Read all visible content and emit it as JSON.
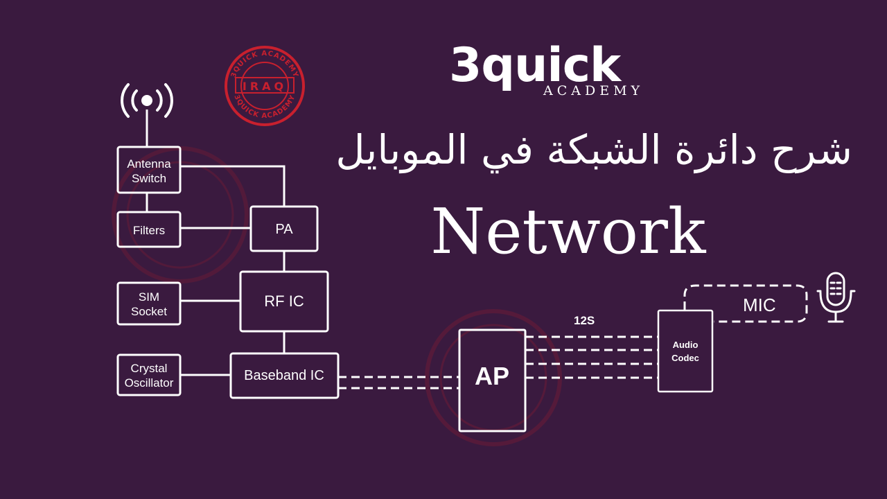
{
  "brand": {
    "name": "3quick",
    "sub": "ACADEMY"
  },
  "title_arabic": "شرح دائرة الشبكة في الموبايل",
  "title_english": "Network",
  "stamp": {
    "top_text": "3QUICK ACADEMY",
    "center_text": "IRAQ",
    "bottom_text": "3QUICK ACADEMY"
  },
  "blocks": {
    "antenna_switch": [
      "Antenna",
      "Switch"
    ],
    "filters": "Filters",
    "pa": "PA",
    "sim_socket": [
      "SIM",
      "Socket"
    ],
    "rf_ic": "RF IC",
    "crystal_oscillator": [
      "Crystal",
      "Oscillator"
    ],
    "baseband_ic": "Baseband IC",
    "ap": "AP",
    "audio_codec": [
      "Audio",
      "Codec"
    ],
    "mic": "MIC"
  },
  "bus_label": "12S",
  "colors": {
    "background": "#3a1a3f",
    "line": "#ffffff",
    "stamp": "#c8202e"
  },
  "icons": [
    "antenna-icon",
    "microphone-icon",
    "stamp-logo"
  ]
}
